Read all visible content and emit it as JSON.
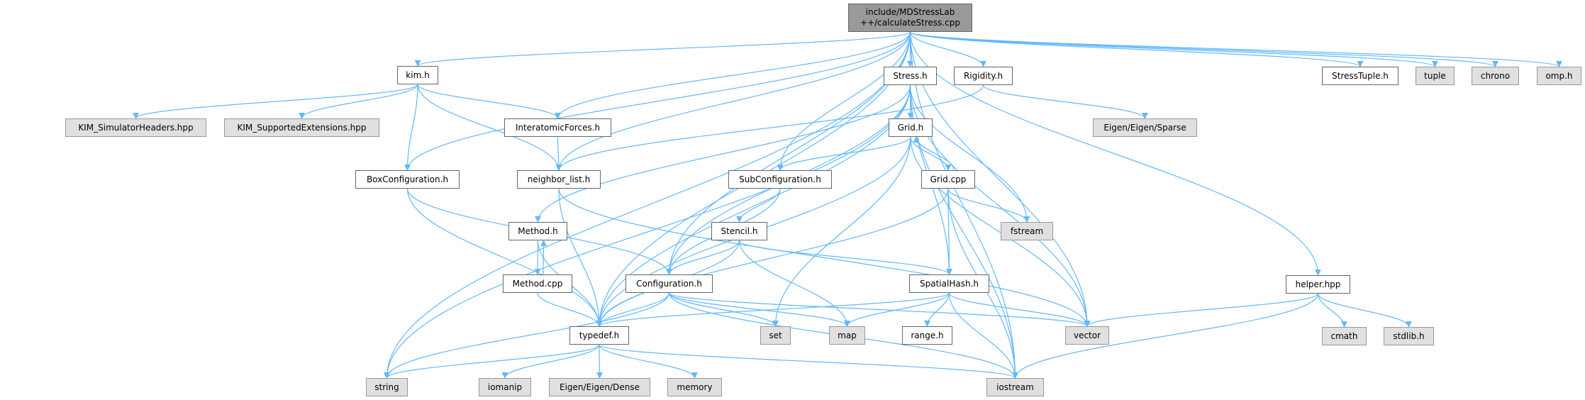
{
  "graph": {
    "nodes": {
      "main": {
        "label": "include/MDStressLab\n++/calculateStress.cpp",
        "kind": "main"
      },
      "kim": {
        "label": "kim.h",
        "kind": "doc"
      },
      "stress": {
        "label": "Stress.h",
        "kind": "doc"
      },
      "rigidity": {
        "label": "Rigidity.h",
        "kind": "doc"
      },
      "stresstuple": {
        "label": "StressTuple.h",
        "kind": "doc"
      },
      "tuple": {
        "label": "tuple",
        "kind": "ext"
      },
      "chrono": {
        "label": "chrono",
        "kind": "ext"
      },
      "omp": {
        "label": "omp.h",
        "kind": "ext"
      },
      "kimsim": {
        "label": "KIM_SimulatorHeaders.hpp",
        "kind": "ext"
      },
      "kimsup": {
        "label": "KIM_SupportedExtensions.hpp",
        "kind": "ext"
      },
      "interatomic": {
        "label": "InteratomicForces.h",
        "kind": "doc"
      },
      "gridh": {
        "label": "Grid.h",
        "kind": "doc"
      },
      "sparse": {
        "label": "Eigen/Eigen/Sparse",
        "kind": "ext"
      },
      "boxconf": {
        "label": "BoxConfiguration.h",
        "kind": "doc"
      },
      "neighbor": {
        "label": "neighbor_list.h",
        "kind": "doc"
      },
      "subconf": {
        "label": "SubConfiguration.h",
        "kind": "doc"
      },
      "gridcpp": {
        "label": "Grid.cpp",
        "kind": "doc"
      },
      "fstream": {
        "label": "fstream",
        "kind": "ext"
      },
      "methodh": {
        "label": "Method.h",
        "kind": "doc"
      },
      "stencil": {
        "label": "Stencil.h",
        "kind": "doc"
      },
      "methodcpp": {
        "label": "Method.cpp",
        "kind": "doc"
      },
      "configuration": {
        "label": "Configuration.h",
        "kind": "doc"
      },
      "spatialhash": {
        "label": "SpatialHash.h",
        "kind": "doc"
      },
      "helper": {
        "label": "helper.hpp",
        "kind": "doc"
      },
      "set": {
        "label": "set",
        "kind": "ext"
      },
      "map": {
        "label": "map",
        "kind": "ext"
      },
      "range": {
        "label": "range.h",
        "kind": "doc"
      },
      "vector": {
        "label": "vector",
        "kind": "ext"
      },
      "cmath": {
        "label": "cmath",
        "kind": "ext"
      },
      "stdlib": {
        "label": "stdlib.h",
        "kind": "ext"
      },
      "typedef": {
        "label": "typedef.h",
        "kind": "doc"
      },
      "string": {
        "label": "string",
        "kind": "ext"
      },
      "iomanip": {
        "label": "iomanip",
        "kind": "ext"
      },
      "dense": {
        "label": "Eigen/Eigen/Dense",
        "kind": "ext"
      },
      "memory": {
        "label": "memory",
        "kind": "ext"
      },
      "iostream": {
        "label": "iostream",
        "kind": "ext"
      }
    },
    "edges": [
      [
        "main",
        "string"
      ],
      [
        "main",
        "typedef"
      ],
      [
        "main",
        "kim"
      ],
      [
        "main",
        "interatomic"
      ],
      [
        "main",
        "boxconf"
      ],
      [
        "main",
        "neighbor"
      ],
      [
        "main",
        "configuration"
      ],
      [
        "main",
        "subconf"
      ],
      [
        "main",
        "stress"
      ],
      [
        "main",
        "rigidity"
      ],
      [
        "main",
        "stresstuple"
      ],
      [
        "main",
        "tuple"
      ],
      [
        "main",
        "chrono"
      ],
      [
        "main",
        "omp"
      ],
      [
        "main",
        "helper"
      ],
      [
        "main",
        "vector"
      ],
      [
        "main",
        "iostream"
      ],
      [
        "kim",
        "kimsim"
      ],
      [
        "kim",
        "kimsup"
      ],
      [
        "kim",
        "interatomic"
      ],
      [
        "kim",
        "neighbor"
      ],
      [
        "kim",
        "boxconf"
      ],
      [
        "stress",
        "gridh"
      ],
      [
        "stress",
        "string"
      ],
      [
        "stress",
        "typedef"
      ],
      [
        "stress",
        "methodh"
      ],
      [
        "stress",
        "fstream"
      ],
      [
        "stress",
        "spatialhash"
      ],
      [
        "stress",
        "vector"
      ],
      [
        "stress",
        "iostream"
      ],
      [
        "stress",
        "configuration"
      ],
      [
        "rigidity",
        "sparse"
      ],
      [
        "rigidity",
        "neighbor"
      ],
      [
        "interatomic",
        "neighbor"
      ],
      [
        "gridh",
        "subconf"
      ],
      [
        "gridh",
        "gridcpp"
      ],
      [
        "gridh",
        "typedef"
      ],
      [
        "gridh",
        "set"
      ],
      [
        "gridh",
        "vector"
      ],
      [
        "gridcpp",
        "gridh"
      ],
      [
        "gridcpp",
        "fstream"
      ],
      [
        "gridcpp",
        "spatialhash"
      ],
      [
        "gridcpp",
        "iostream"
      ],
      [
        "gridcpp",
        "typedef"
      ],
      [
        "boxconf",
        "typedef"
      ],
      [
        "boxconf",
        "configuration"
      ],
      [
        "neighbor",
        "typedef"
      ],
      [
        "neighbor",
        "vector"
      ],
      [
        "subconf",
        "stencil"
      ],
      [
        "subconf",
        "configuration"
      ],
      [
        "methodh",
        "methodcpp"
      ],
      [
        "methodh",
        "typedef"
      ],
      [
        "methodcpp",
        "methodh"
      ],
      [
        "methodcpp",
        "typedef"
      ],
      [
        "stencil",
        "configuration"
      ],
      [
        "stencil",
        "typedef"
      ],
      [
        "stencil",
        "map"
      ],
      [
        "stencil",
        "spatialhash"
      ],
      [
        "configuration",
        "string"
      ],
      [
        "configuration",
        "typedef"
      ],
      [
        "configuration",
        "set"
      ],
      [
        "configuration",
        "map"
      ],
      [
        "configuration",
        "vector"
      ],
      [
        "configuration",
        "iostream"
      ],
      [
        "spatialhash",
        "typedef"
      ],
      [
        "spatialhash",
        "map"
      ],
      [
        "spatialhash",
        "range"
      ],
      [
        "spatialhash",
        "vector"
      ],
      [
        "spatialhash",
        "iostream"
      ],
      [
        "typedef",
        "string"
      ],
      [
        "typedef",
        "iomanip"
      ],
      [
        "typedef",
        "dense"
      ],
      [
        "typedef",
        "memory"
      ],
      [
        "typedef",
        "iostream"
      ],
      [
        "helper",
        "vector"
      ],
      [
        "helper",
        "cmath"
      ],
      [
        "helper",
        "stdlib"
      ],
      [
        "helper",
        "iostream"
      ]
    ],
    "colors": {
      "edge": "#63b8ff",
      "main_fill": "#999999",
      "ext_fill": "#e0e0e0"
    }
  }
}
